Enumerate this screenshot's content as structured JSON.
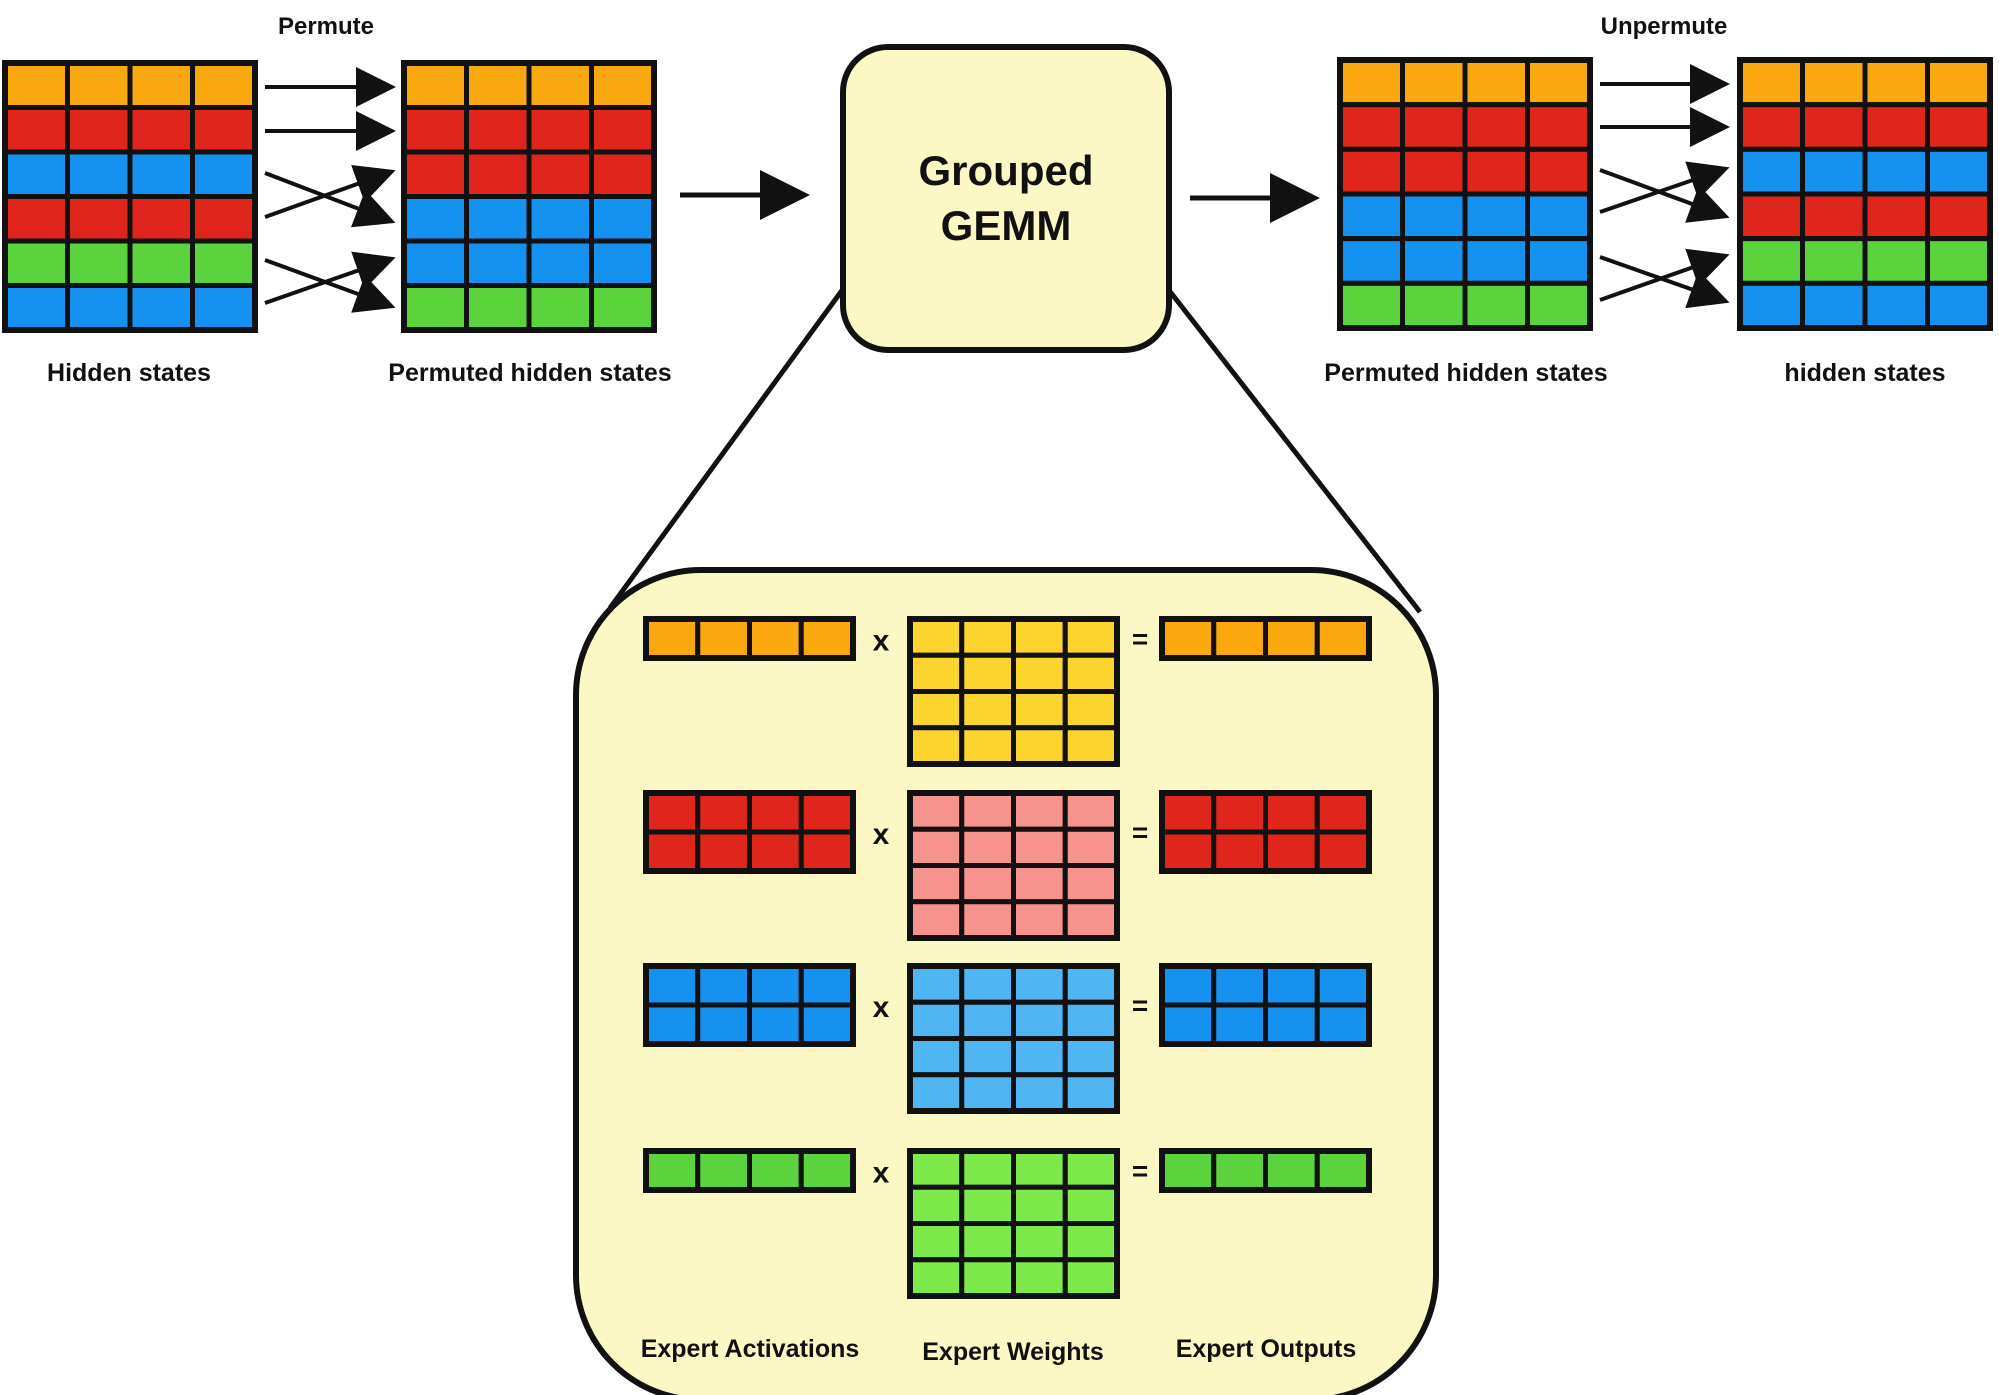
{
  "colors": {
    "orange": "#F9A80F",
    "red": "#E0261C",
    "blue": "#1592F0",
    "green": "#5AD33D",
    "weight_yellow": "#FBD52E",
    "weight_pink": "#F7938E",
    "weight_blue": "#4FB5F3",
    "weight_green": "#7DE94A",
    "panel_fill": "#FBF8C6",
    "stroke": "#111111"
  },
  "labels": {
    "permute": "Permute",
    "unpermute": "Unpermute",
    "hidden_states": "Hidden states",
    "permuted_hidden_states_left": "Permuted hidden states",
    "permuted_hidden_states_right": "Permuted hidden states",
    "hidden_states_out": "hidden states",
    "grouped_line1": "Grouped",
    "grouped_line2": "GEMM",
    "expert_activations": "Expert Activations",
    "expert_weights": "Expert Weights",
    "expert_outputs": "Expert Outputs",
    "times": "x",
    "equals": "="
  },
  "matrices": {
    "hidden_states": [
      "orange",
      "red",
      "blue",
      "red",
      "green",
      "blue"
    ],
    "permuted_hidden_states": [
      "orange",
      "red",
      "red",
      "blue",
      "blue",
      "green"
    ],
    "output_hidden_states": [
      "orange",
      "red",
      "blue",
      "red",
      "green",
      "blue"
    ]
  },
  "experts": [
    {
      "name": "orange",
      "token_rows": 1,
      "weight_color": "weight_yellow"
    },
    {
      "name": "red",
      "token_rows": 2,
      "weight_color": "weight_pink"
    },
    {
      "name": "blue",
      "token_rows": 2,
      "weight_color": "weight_blue"
    },
    {
      "name": "green",
      "token_rows": 1,
      "weight_color": "weight_green"
    }
  ],
  "columns": 4
}
